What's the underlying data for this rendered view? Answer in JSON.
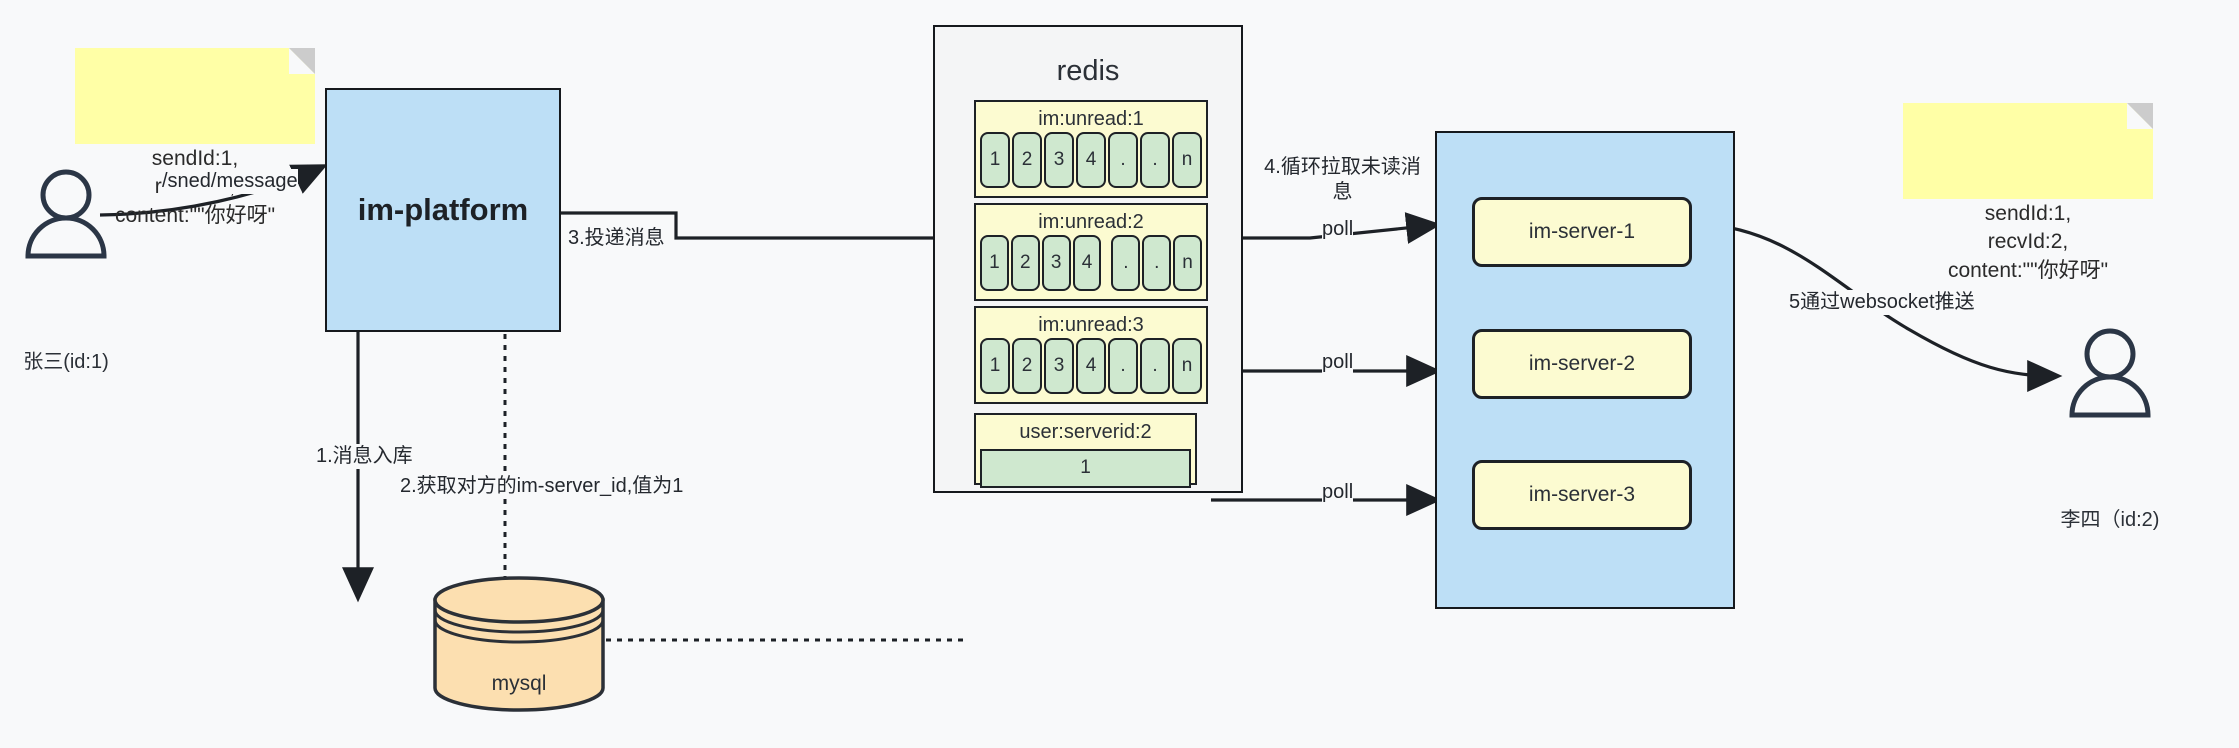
{
  "diagram": {
    "title": "IM message delivery architecture",
    "colors": {
      "background": "#f8f9fa",
      "note_yellow": "#ffffa6",
      "blue_box": "#bddff6",
      "queue_yellow": "#fcfbd1",
      "cell_green": "#cfe8cf",
      "mysql_orange": "#fcdfb0",
      "stroke": "#1d2126"
    }
  },
  "left_note": {
    "text": "sendId:1,\nrecvId:2,\ncontent:\"\"你好呀\""
  },
  "right_note": {
    "text": "sendId:1,\nrecvId:2,\ncontent:\"\"你好呀\""
  },
  "actors": {
    "sender": {
      "label": "张三(id:1)",
      "icon": "user-icon"
    },
    "receiver": {
      "label": "李四（id:2)",
      "icon": "user-icon"
    }
  },
  "platform": {
    "label": "im-platform"
  },
  "database": {
    "label": "mysql",
    "icon": "database-cylinder-icon"
  },
  "redis": {
    "title": "redis",
    "queues": [
      {
        "name": "im:unread:1",
        "cells": [
          "1",
          "2",
          "3",
          "4",
          ".",
          ".",
          "n"
        ]
      },
      {
        "name": "im:unread:2",
        "cells": [
          "1",
          "2",
          "3",
          "4",
          ".",
          ".",
          "n"
        ]
      },
      {
        "name": "im:unread:3",
        "cells": [
          "1",
          "2",
          "3",
          "4",
          ".",
          ".",
          "n"
        ]
      }
    ],
    "kv": {
      "key": "user:serverid:2",
      "value": "1"
    }
  },
  "server_cluster": {
    "nodes": [
      {
        "label": "im-server-1"
      },
      {
        "label": "im-server-2"
      },
      {
        "label": "im-server-3"
      }
    ]
  },
  "edges": {
    "send_message": "/sned/message",
    "step1": "1.消息入库",
    "step2": "2.获取对方的im-server_id,值为1",
    "step3": "3.投递消息",
    "step4": "4.循环拉取未读消\n息",
    "poll1": "poll",
    "poll2": "poll",
    "poll3": "poll",
    "step5": "5通过websocket推送"
  }
}
